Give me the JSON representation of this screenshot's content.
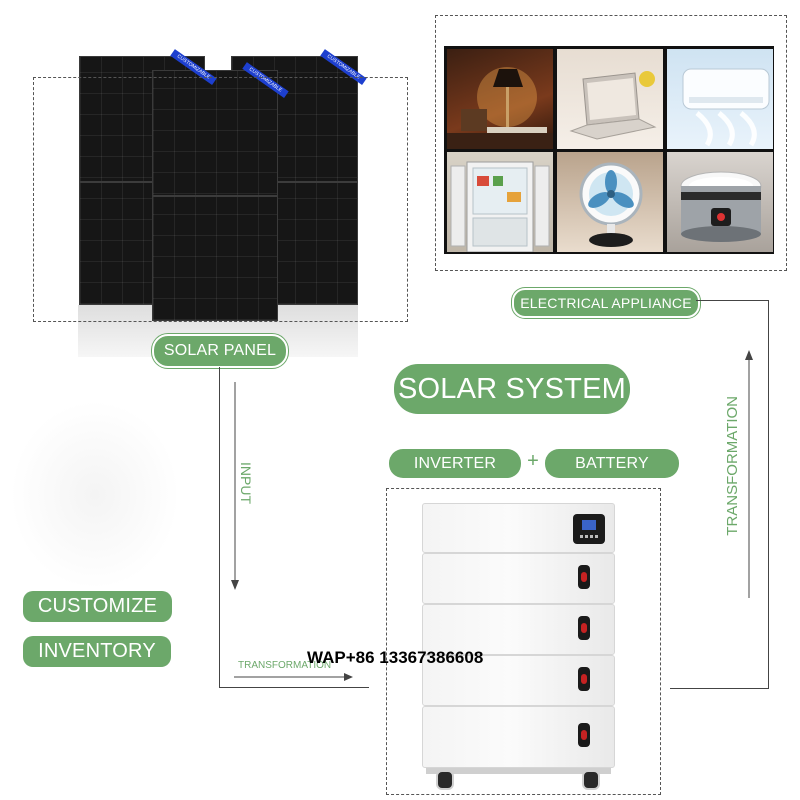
{
  "labels": {
    "solar_panel": "SOLAR PANEL",
    "electrical_appliance": "ELECTRICAL APPLIANCE",
    "solar_system": "SOLAR SYSTEM",
    "inverter": "INVERTER",
    "plus": "+",
    "battery": "BATTERY",
    "customize": "CUSTOMIZE",
    "inventory": "INVENTORY",
    "input": "INPUT",
    "transformation_vertical": "TRANSFORMATION",
    "transformation_small": "TRANSFORMATION",
    "wap_contact": "WAP+86 13367386608"
  },
  "panel_ribbons": [
    "CUSTOMIZABLE",
    "CUSTOMIZABLE",
    "CUSTOMIZABLE"
  ],
  "appliances": [
    "lamp-icon",
    "laptop-icon",
    "air-conditioner-icon",
    "refrigerator-icon",
    "fan-icon",
    "rice-cooker-icon"
  ],
  "colors": {
    "accent_green": "#6ca86a",
    "panel_black": "#161616",
    "ribbon_blue": "#1d3fcf",
    "battery_led": "#c62222"
  }
}
